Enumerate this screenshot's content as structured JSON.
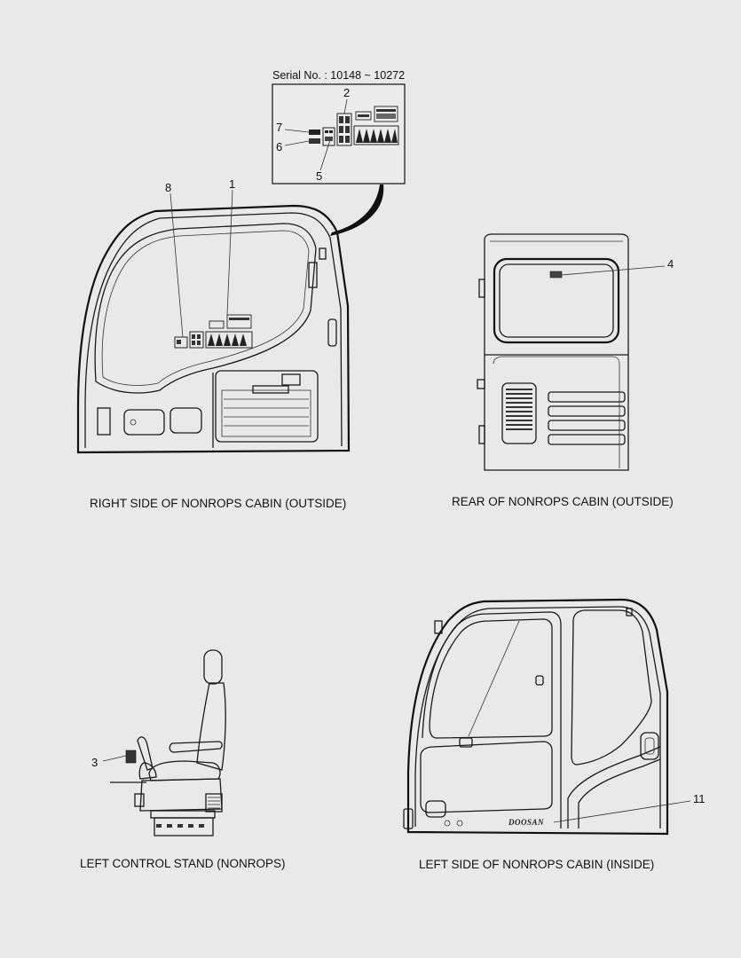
{
  "serial_box": {
    "text": "Serial No. : 10148  ~ 10272"
  },
  "callouts": {
    "c1": "1",
    "c2": "2",
    "c3": "3",
    "c4": "4",
    "c5": "5",
    "c6": "6",
    "c7": "7",
    "c8": "8",
    "c11": "11"
  },
  "captions": {
    "right_side": "RIGHT SIDE OF NONROPS CABIN (OUTSIDE)",
    "rear": "REAR OF NONROPS CABIN (OUTSIDE)",
    "left_stand": "LEFT CONTROL STAND (NONROPS)",
    "left_side": "LEFT SIDE OF NONROPS CABIN (INSIDE)"
  },
  "brand_mark": "DOOSAN"
}
